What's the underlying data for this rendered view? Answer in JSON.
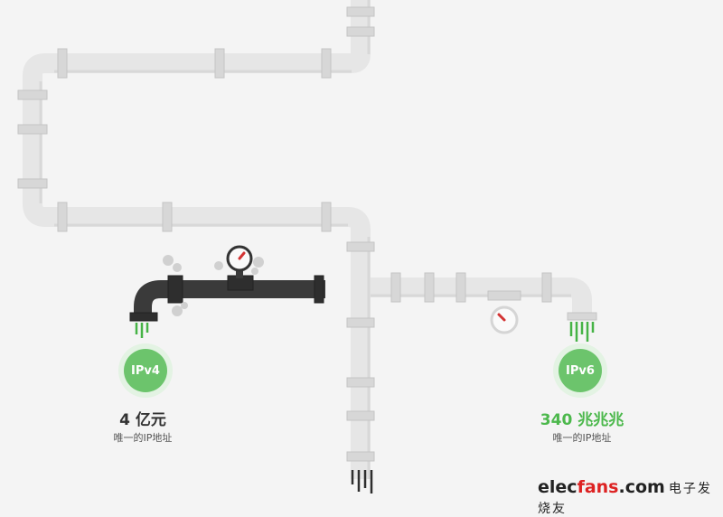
{
  "ipv4": {
    "badge": "IPv4",
    "count": "4 亿元",
    "desc": "唯一的IP地址",
    "color": "#333333"
  },
  "ipv6": {
    "badge": "IPv6",
    "count": "340 兆兆兆",
    "desc": "唯一的IP地址",
    "color": "#4cb84c"
  },
  "watermark": {
    "part1": "elec",
    "part2": "fans",
    "part3": ".com",
    "part4": "电子发烧友"
  },
  "colors": {
    "pipe_light": "#e6e6e6",
    "pipe_dark": "#3a3a3a",
    "green": "#6cc46c",
    "gauge_needle": "#d33333"
  }
}
